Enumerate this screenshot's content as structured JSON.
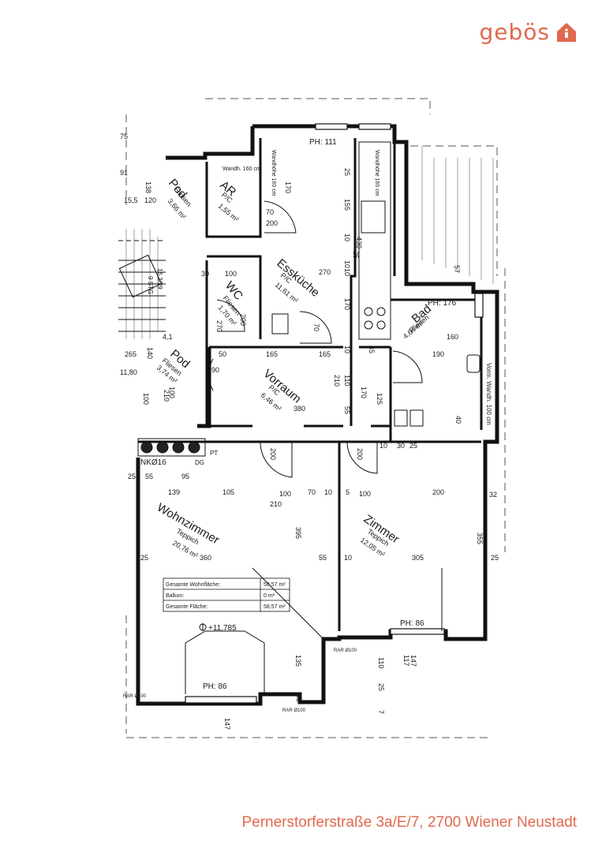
{
  "brand": {
    "name": "gebös",
    "color": "#e0694f",
    "icon": "house-icon"
  },
  "address": "Pernerstorferstraße 3a/E/7, 2700 Wiener Neustadt",
  "rooms": [
    {
      "id": "pod1",
      "name": "Pod",
      "floor": "Fliesen",
      "area": "3,66 m²"
    },
    {
      "id": "ar",
      "name": "AR",
      "floor": "P/C",
      "area": "1,55 m²"
    },
    {
      "id": "esskueche",
      "name": "Essküche",
      "floor": "P/C",
      "area": "11,61 m²"
    },
    {
      "id": "wc",
      "name": "WC",
      "floor": "Fliesen",
      "area": "1,70 m²"
    },
    {
      "id": "bad",
      "name": "Bad",
      "floor": "Fliesen",
      "area": "4,64 m²"
    },
    {
      "id": "pod2",
      "name": "Pod",
      "floor": "Fliesen",
      "area": "3,74 m²"
    },
    {
      "id": "vorraum",
      "name": "Vorraum",
      "floor": "P/C",
      "area": "6,46 m²"
    },
    {
      "id": "wohnzimmer",
      "name": "Wohnzimmer",
      "floor": "Teppich",
      "area": "20,76 m²"
    },
    {
      "id": "zimmer",
      "name": "Zimmer",
      "floor": "Teppich",
      "area": "12,05 m²"
    }
  ],
  "area_table": [
    {
      "label": "Gesamte Wohnfläche:",
      "value": "58,57 m²"
    },
    {
      "label": "Balkon:",
      "value": "0 m²"
    },
    {
      "label": "Gesamte Fläche:",
      "value": "58,57 m²"
    }
  ],
  "labels": {
    "ph111": "PH: 111",
    "ph176": "PH: 176",
    "ph86a": "PH: 86",
    "ph86b": "PH: 86",
    "height": "+11,785",
    "nk": "NKØ16",
    "dg": "DG",
    "pt": "PT",
    "rar1": "RAR Ø100",
    "rar2": "RAR Ø100",
    "rar3": "RAR Ø100",
    "wandh_bad": "Vorm. Wandh. 100 cm",
    "wandh_ar": "Wandh. 160 cm",
    "wandh_k1": "Wandhöhe 160 cm",
    "wandh_k2": "Wandhöhe 160 cm",
    "stg": "9 STG",
    "stg_dim": "16,3/29"
  },
  "dims": [
    "170",
    "25",
    "155",
    "10",
    "430",
    "270",
    "10",
    "25",
    "10",
    "170",
    "70",
    "200",
    "100",
    "30",
    "200",
    "70",
    "165",
    "165",
    "50",
    "10",
    "110",
    "210",
    "45",
    "170",
    "125",
    "380",
    "90",
    "210",
    "100",
    "55",
    "190",
    "160",
    "265",
    "140",
    "120",
    "138",
    "200",
    "200",
    "10",
    "30",
    "25",
    "40",
    "25",
    "55",
    "95",
    "139",
    "105",
    "100",
    "70",
    "10",
    "210",
    "5",
    "100",
    "200",
    "32",
    "25",
    "360",
    "55",
    "395",
    "10",
    "305",
    "25",
    "355",
    "135",
    "110",
    "25",
    "117",
    "147",
    "147",
    "32",
    "11,80",
    "75",
    "15,5",
    "4,1",
    "100",
    "270",
    "91",
    "57",
    "7"
  ]
}
